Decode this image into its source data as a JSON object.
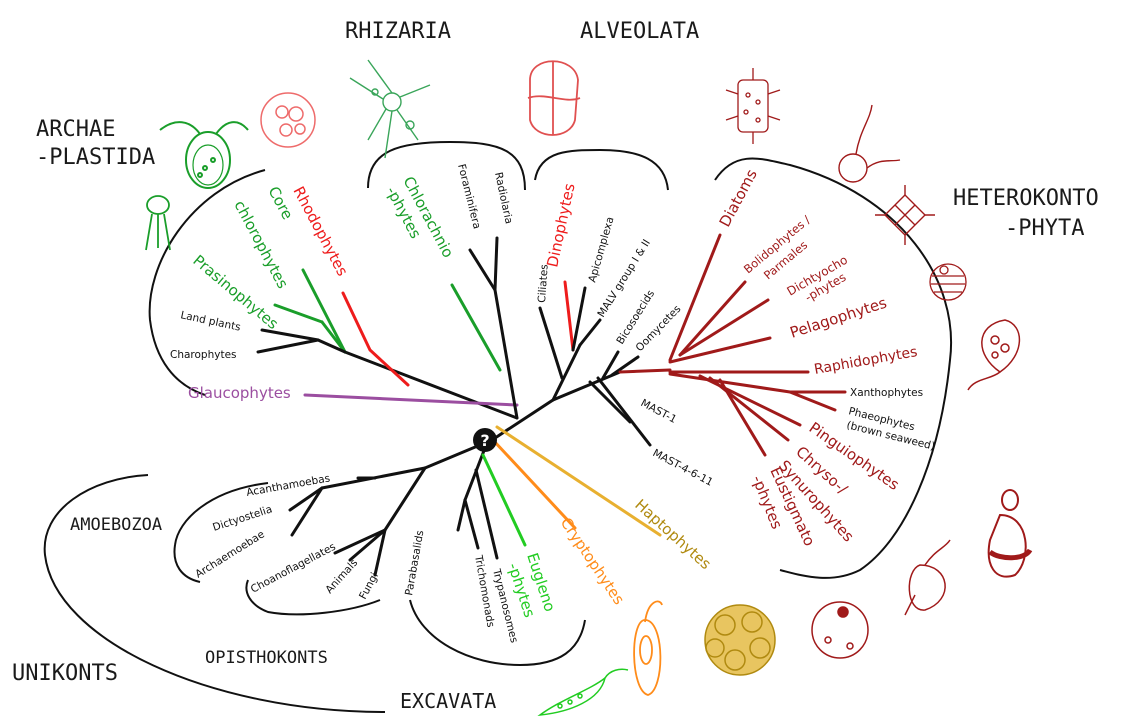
{
  "supergroups": {
    "archaeplastida_1": "ARCHAE",
    "archaeplastida_2": "-PLASTIDA",
    "rhizaria": "RHIZARIA",
    "alveolata": "ALVEOLATA",
    "heterokontophyta_1": "HETEROKONTO",
    "heterokontophyta_2": "-PHYTA",
    "amoebozoa": "AMOEBOZOA",
    "unikonts": "UNIKONTS",
    "opisthokonts": "OPISTHOKONTS",
    "excavata": "EXCAVATA"
  },
  "root_label": "?",
  "taxa": {
    "rhodophytes": "Rhodophytes",
    "core_chlorophytes_1": "Core",
    "core_chlorophytes_2": "chlorophytes",
    "prasinophytes": "Prasinophytes",
    "land_plants": "Land plants",
    "charophytes": "Charophytes",
    "glaucophytes": "Glaucophytes",
    "chlorarachniophytes_1": "Chlorachnio",
    "chlorarachniophytes_2": "-phytes",
    "foraminifera": "Foraminifera",
    "radiolaria": "Radiolaria",
    "dinophytes": "Dinophytes",
    "apicomplexa": "Apicomplexa",
    "ciliates": "Ciliates",
    "malv": "MALV group I & II",
    "bicosoecids": "Bicosoecids",
    "oomycetes": "Oomycetes",
    "diatoms": "Diatoms",
    "bolidophytes_1": "Bolidophytes /",
    "bolidophytes_2": "Parmales",
    "dictyochophytes_1": "Dichtyocho",
    "dictyochophytes_2": "-phytes",
    "pelagophytes": "Pelagophytes",
    "raphidophytes": "Raphidophytes",
    "xanthophytes": "Xanthophytes",
    "phaeophytes_1": "Phaeophytes",
    "phaeophytes_2": "(brown seaweed)",
    "pinguiophytes": "Pinguiophytes",
    "chrysophytes_1": "Chryso-/",
    "chrysophytes_2": "Synurophytes",
    "eustigmatophytes_1": "Eustigmato",
    "eustigmatophytes_2": "-phytes",
    "mast1": "MAST-1",
    "mast4": "MAST-4-6-11",
    "haptophytes": "Haptophytes",
    "cryptophytes": "Cryptophytes",
    "euglenophytes_1": "Eugleno",
    "euglenophytes_2": "-phytes",
    "trypanosomes": "Trypanosomes",
    "trichomonads": "Trichomonads",
    "parabasalids": "Parabasalids",
    "fungi": "Fungi",
    "animals": "Animals",
    "choanoflagellates": "Choanoflagellates",
    "acanthamoebas": "Acanthamoebas",
    "dictyostelia": "Dictyostelia",
    "archaemoebae": "Archaemoebae"
  },
  "colors": {
    "black": "#111111",
    "red": "#ee1c1c",
    "green": "#1a9e2a",
    "bright_green": "#22cc22",
    "purple": "#9b4ea0",
    "dark_red": "#a01a1a",
    "orange": "#ff8c1a",
    "gold": "#e8b030",
    "gold_text": "#b08a10"
  }
}
